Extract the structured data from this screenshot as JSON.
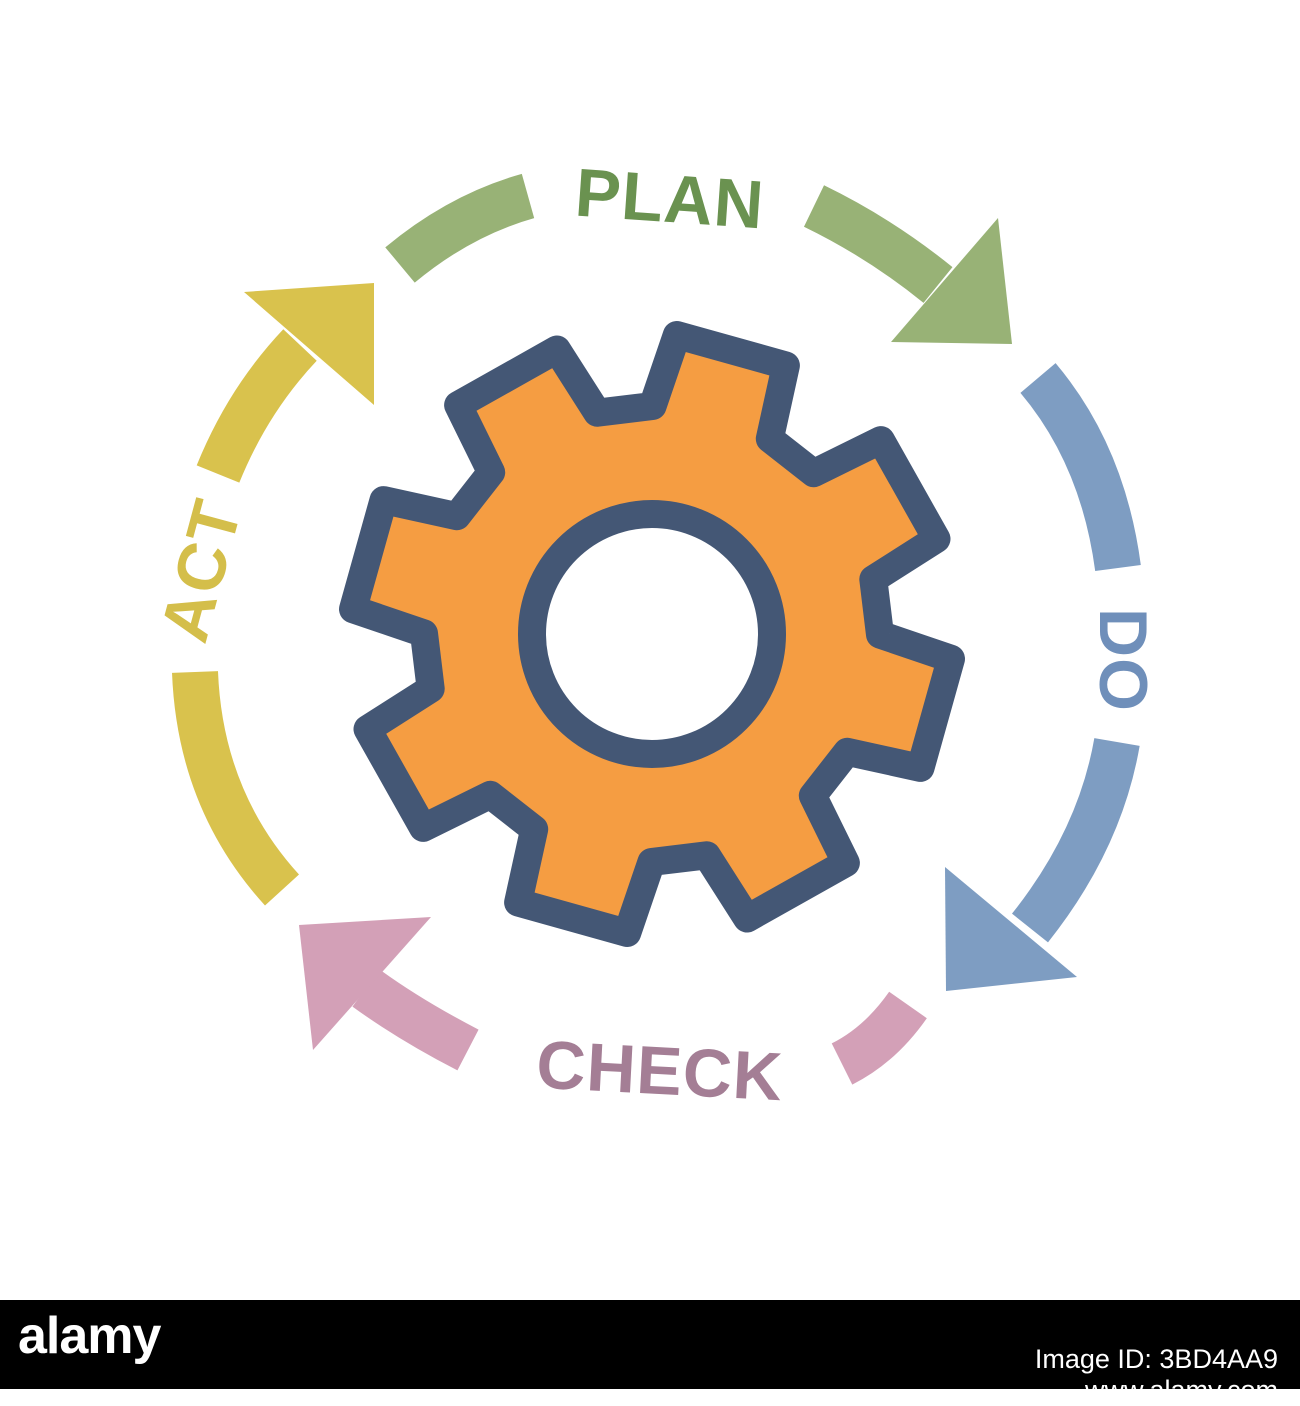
{
  "diagram": {
    "center_icon": "gear-icon",
    "stages": [
      {
        "id": "plan",
        "label": "PLAN",
        "color": "#98B276",
        "text_color": "#6A9250"
      },
      {
        "id": "do",
        "label": "DO",
        "color": "#7E9DC2",
        "text_color": "#6F8FBA"
      },
      {
        "id": "check",
        "label": "CHECK",
        "color": "#D3A0B7",
        "text_color": "#A47E95"
      },
      {
        "id": "act",
        "label": "ACT",
        "color": "#D9C24D",
        "text_color": "#D4BE4A"
      }
    ],
    "gear": {
      "fill": "#F59D42",
      "outline": "#445775"
    }
  },
  "watermark": {
    "brand": "alamy",
    "image_id": "Image ID: 3BD4AA9",
    "url": "www.alamy.com"
  }
}
